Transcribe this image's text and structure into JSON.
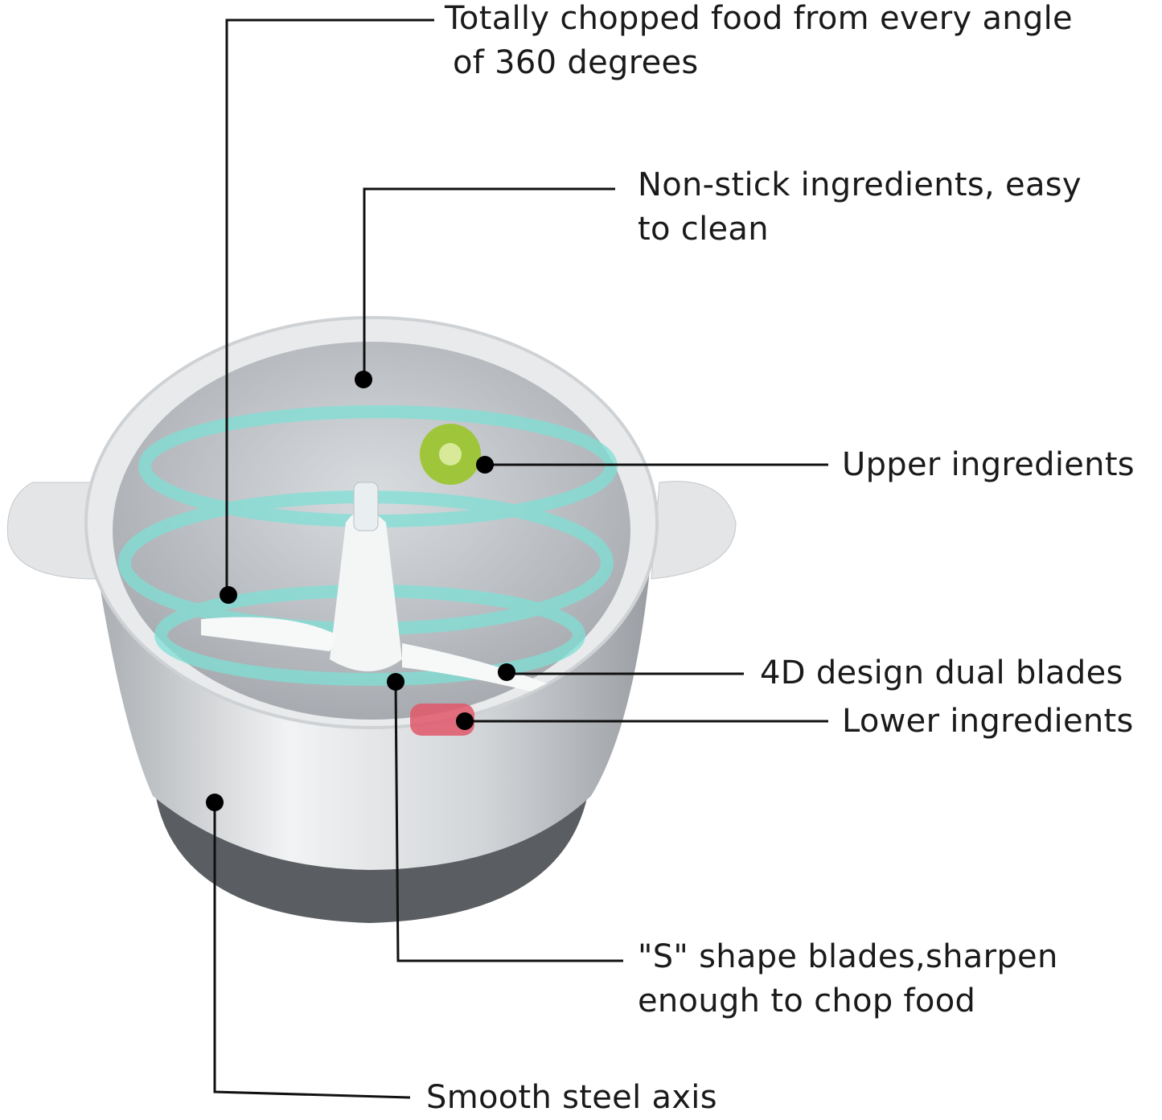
{
  "callouts": {
    "angle_360": {
      "line1": "Totally chopped food from every angle",
      "line2": "of 360 degrees"
    },
    "non_stick": {
      "line1": "Non-stick ingredients, easy",
      "line2": "to clean"
    },
    "upper": {
      "text": "Upper ingredients"
    },
    "dual_blades": {
      "text": "4D design dual blades"
    },
    "lower": {
      "text": "Lower ingredients"
    },
    "s_blades": {
      "line1": "\"S\" shape blades,sharpen",
      "line2": "enough to chop food"
    },
    "steel_axis": {
      "text": "Smooth steel axis"
    }
  },
  "colors": {
    "line": "#111111",
    "steel": "#c9cccf",
    "swirl": "#7fe0d6",
    "base": "#5a5d61"
  }
}
